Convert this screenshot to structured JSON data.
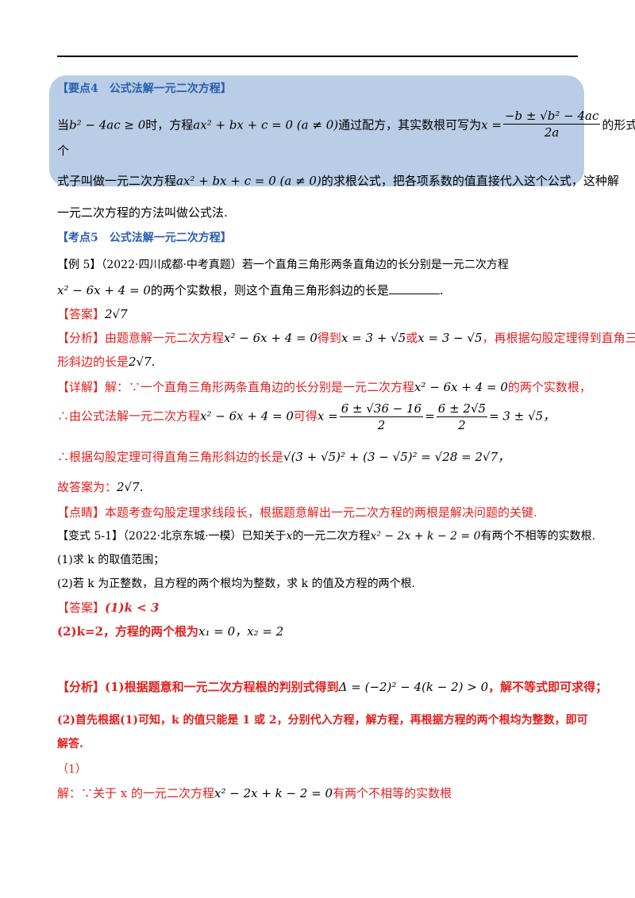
{
  "point4": {
    "header": "【要点4　公式法解一元二次方程】",
    "line1_a": "当",
    "cond": "b² − 4ac ≥ 0",
    "line1_b": "时，方程",
    "eq": "ax² + bx + c = 0 (a ≠ 0)",
    "line1_c": "通过配方，其实数根可写为",
    "formula_lhs": "x =",
    "formula_num": "−b ± √b² − 4ac",
    "formula_den": "2a",
    "line1_d": "的形式，这",
    "line2": "个",
    "line3_a": "式子叫做一元二次方程",
    "line3_b": "的求根公式，把各项系数的值直接代入这个公式，这种解",
    "line4": "一元二次方程的方法叫做公式法."
  },
  "kp5": {
    "header": "【考点5　公式法解一元二次方程】",
    "ex_label": "【例 5】",
    "ex_src": "（2022·四川成都·中考真题）",
    "ex_text1": "若一个直角三角形两条直角边的长分别是一元二次方程",
    "ex_eq": "x² − 6x + 4 = 0",
    "ex_text2": "的两个实数根，则这个直角三角形斜边的长是",
    "ex_end": ".",
    "ans_label": "【答案】",
    "ans_val": "2√7",
    "an_label": "【分析】",
    "an_text1": "由题意解一元二次方程",
    "an_text2": "得到",
    "an_x1": "x = 3 + √5",
    "an_or": "或",
    "an_x2": "x = 3 − √5",
    "an_text3": "，再根据勾股定理得到直角三角",
    "an_text4": "形斜边的长是",
    "an_val": "2√7.",
    "de_label": "【详解】",
    "de_text1": "解：∵一个直角三角形两条直角边的长分别是一元二次方程",
    "de_text2": "的两个实数根，",
    "de2_a": "∴由公式法解一元二次方程",
    "de2_b": "可得",
    "de2_x": "x =",
    "de2_f1n": "6 ± √36 − 16",
    "de2_f1d": "2",
    "de2_eq": "=",
    "de2_f2n": "6 ± 2√5",
    "de2_f2d": "2",
    "de2_end": "= 3 ± √5，",
    "de3_a": "∴根据勾股定理可得直角三角形斜边的长是",
    "de3_expr": "√(3 + √5)² + (3 − √5)² = √28 = 2√7，",
    "final_label": "故答案为：",
    "final_val": "2√7.",
    "tip_label": "【点睛】",
    "tip_text": "本题考查勾股定理求线段长，根据题意解出一元二次方程的两根是解决问题的关键."
  },
  "var51": {
    "label": "【变式 5-1】",
    "src": "（2022·北京东城·一模）",
    "text1": "已知关于",
    "x": "x",
    "text2": "的一元二次方程",
    "eq": "x² − 2x + k − 2 = 0",
    "text3": "有两个不相等的实数根.",
    "q1": "(1)求 k 的取值范围；",
    "q2": "(2)若 k 为正整数，且方程的两个根均为整数，求 k 的值及方程的两个根.",
    "ans_label": "【答案】",
    "ans1": "(1)k < 3",
    "ans2_a": "(2)k=2，方程的两个根为",
    "ans2_b": "x₁ = 0，x₂ = 2",
    "an_label": "【分析】",
    "an1_a": "(1)根据题意和一元二次方程根的判别式得到",
    "an1_expr": "Δ = (−2)² − 4(k − 2) > 0",
    "an1_b": "，解不等式即可求得；",
    "an2": "(2)首先根据(1)可知，k 的值只能是 1 或 2，分别代入方程，解方程，再根据方程的两个根均为整数，即可",
    "an3": "解答.",
    "step": "（1）",
    "sol_a": "解：∵关于 x 的一元二次方程",
    "sol_eq": "x² − 2x + k − 2 = 0",
    "sol_b": "有两个不相等的实数根"
  }
}
